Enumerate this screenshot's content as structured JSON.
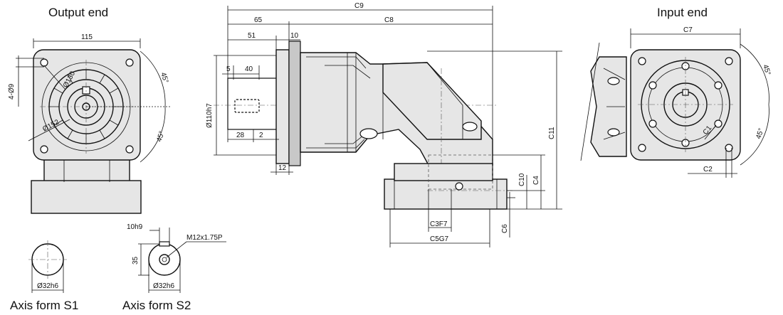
{
  "labels": {
    "output_end": "Output end",
    "input_end": "Input end",
    "axis_s1": "Axis form S1",
    "axis_s2": "Axis form S2"
  },
  "dims": {
    "d115": "115",
    "d4phi9": "4-Ø9",
    "phi130": "Ø130",
    "phi152": "Ø152",
    "deg45": "45°",
    "c9": "C9",
    "d65": "65",
    "c8": "C8",
    "d51": "51",
    "d10": "10",
    "d5": "5",
    "d40": "40",
    "phi110": "Ø110h7",
    "d28": "28",
    "d2": "2",
    "d12": "12",
    "c11": "C11",
    "c10": "C10",
    "c4": "C4",
    "c6": "C6",
    "c3": "C3F7",
    "c5": "C5G7",
    "c7": "C7",
    "c1": "C1",
    "c2": "C2",
    "d10h9": "10h9",
    "d35": "35",
    "m12": "M12x1.75P",
    "phi32a": "Ø32h6",
    "phi32b": "Ø32h6"
  },
  "colors": {
    "line": "#111111",
    "body_fill": "#e6e6e6",
    "dark_fill": "#c8c8c8"
  }
}
